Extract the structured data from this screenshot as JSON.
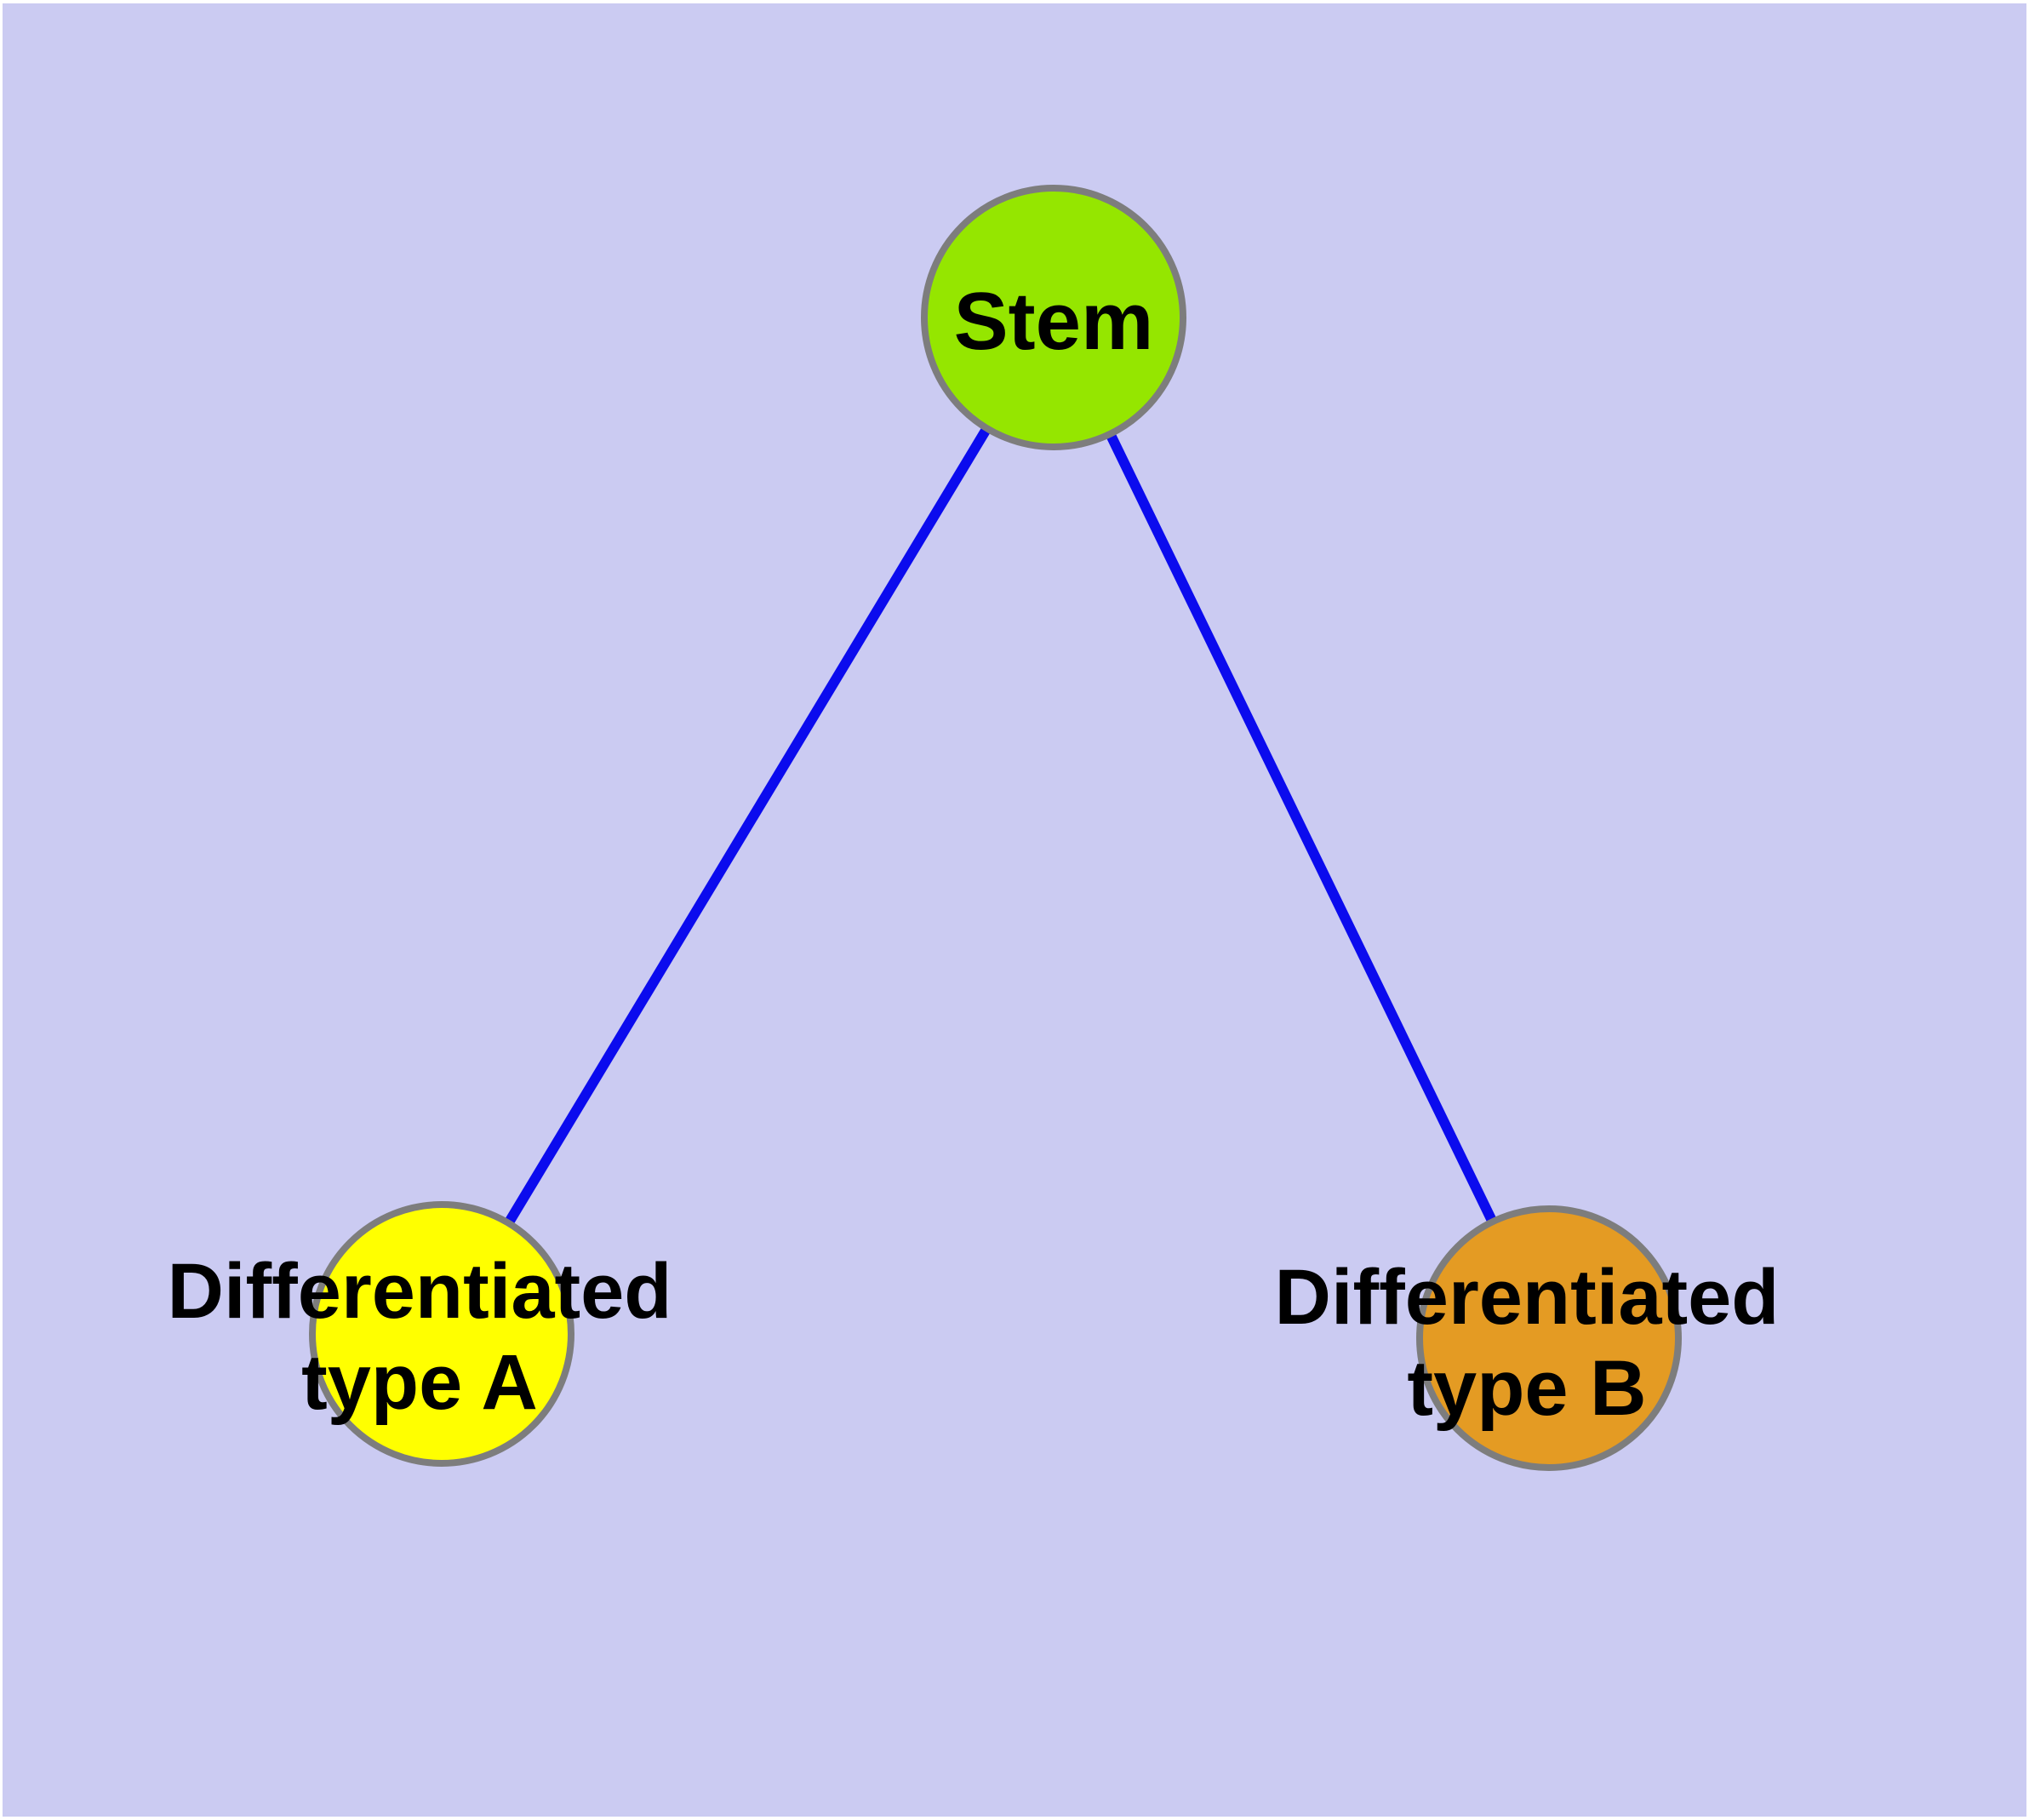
{
  "diagram": {
    "kind": "node-link graph",
    "colors": {
      "page_margin": "#ffffff",
      "background": "#cbcbf2",
      "edge": "#0b0bee",
      "node_border": "#7d7d7d",
      "label_text": "#000000"
    },
    "nodes": [
      {
        "id": "stem",
        "label": "Stem",
        "line1": "Stem",
        "line2": "",
        "color": "#95e600"
      },
      {
        "id": "type-a",
        "label": "Differentiated type A",
        "line1": "Differentiated",
        "line2": "type A",
        "color": "#ffff00"
      },
      {
        "id": "type-b",
        "label": "Differentiated type B",
        "line1": "Differentiated",
        "line2": "type B",
        "color": "#e49b23"
      }
    ],
    "edges": [
      {
        "from": "stem",
        "to": "type-a"
      },
      {
        "from": "stem",
        "to": "type-b"
      }
    ]
  }
}
